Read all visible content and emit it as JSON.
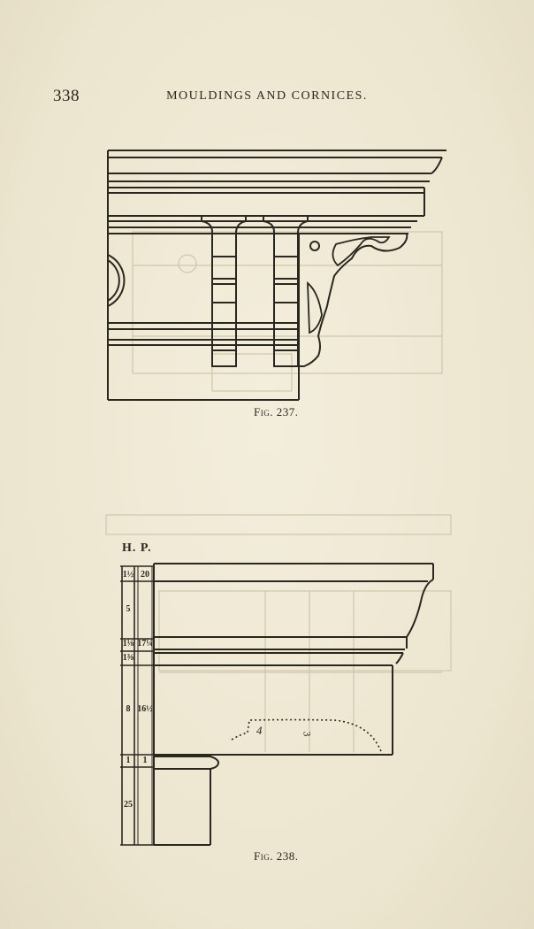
{
  "header": {
    "page_number": "338",
    "running_head": "MOULDINGS AND CORNICES."
  },
  "figure_237": {
    "caption": "Fig. 237."
  },
  "figure_238": {
    "caption": "Fig. 238.",
    "scale_label": "H. P.",
    "dimensions": {
      "d1": "1½",
      "d2": "20",
      "d3": "5",
      "d4": "1⅛",
      "d5": "17¼",
      "d6": "1⅜",
      "d7": "8",
      "d8": "16½",
      "d9": "1",
      "d10": "1",
      "d11": "25"
    },
    "annotation_a": "4",
    "annotation_b": "3"
  },
  "colors": {
    "paper": "#efe9d6",
    "ink": "#2a2620"
  }
}
